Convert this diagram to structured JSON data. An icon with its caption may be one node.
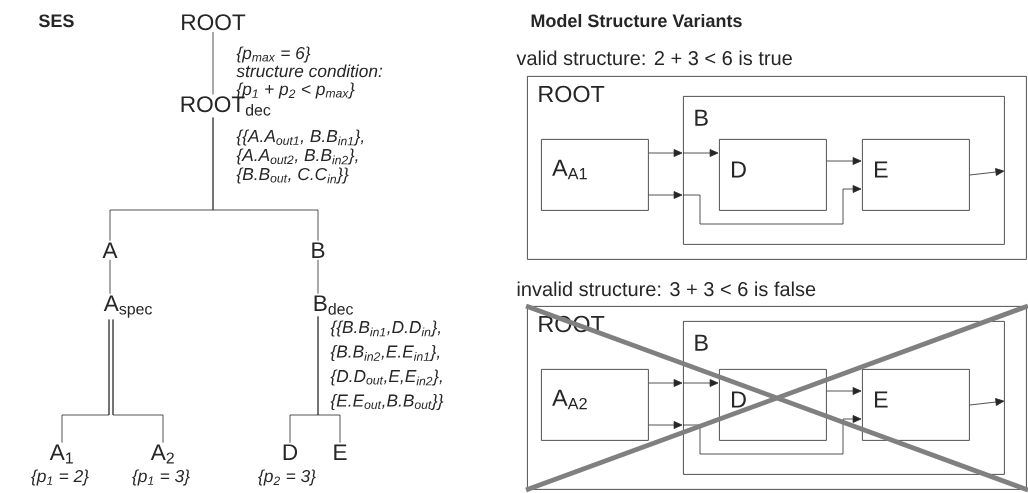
{
  "diagram": {
    "nodes": [
      {
        "text": [
          "ROOT"
        ]
      },
      {
        "text": [
          "ROOT$_{dec}$"
        ],
        "beside": [
          "{{A.A$_{out1}$, B.B$_{in1}$},",
          "{A.A$_{out2}$, B.B$_{in2}$},",
          "{B.B$_{out}$, C.C$_{in}$}}"
        ]
      },
      {
        "text": [
          "A"
        ]
      },
      {
        "text": [
          "A$_{spec}$"
        ]
      },
      {
        "text": [
          "A$_{1}$"
        ],
        "beside": [
          "{p$_{1}$ = 2}"
        ]
      },
      {
        "text": [
          "A$_{2}$"
        ],
        "beside": [
          "{p$_{1}$ = 3}"
        ]
      },
      {
        "text": [
          "B"
        ]
      },
      {
        "text": [
          "B$_{dec}$"
        ],
        "beside": [
          "{{B.B$_{in1}$,D.D$_{in}$},",
          "{B.B$_{in2}$,E.E$_{in1}$},",
          "{D.D$_{out}$,E,E$_{in2}$},",
          "{E.E$_{out}$,B.B$_{out}$}}"
        ]
      },
      {
        "text": [
          "D"
        ],
        "beside": [
          "{p$_{2}$ = 3}"
        ]
      },
      {
        "text": [
          "E"
        ]
      },
      {
        "text": [
          "ROOT"
        ]
      },
      {
        "text": [
          "B"
        ],
        "in": 10
      },
      {
        "text": [
          "A$_{A1}$"
        ],
        "in": 10
      },
      {
        "text": [
          "D"
        ],
        "in": 11
      },
      {
        "text": [
          "E"
        ],
        "in": 11
      },
      {
        "text": [
          "ROOT"
        ]
      },
      {
        "text": [
          "B"
        ],
        "in": 15
      },
      {
        "text": [
          "A$_{A2}$"
        ],
        "in": 15
      },
      {
        "text": [
          "D"
        ],
        "in": 16
      },
      {
        "text": [
          "E"
        ],
        "in": 16
      }
    ],
    "edges": [
      {
        "from": 0,
        "to": 1,
        "arrow": "none"
      },
      {
        "from": 1,
        "to": 2,
        "arrow": "none"
      },
      {
        "from": 1,
        "to": 6,
        "arrow": "none"
      },
      {
        "from": 2,
        "to": 3,
        "arrow": "none"
      },
      {
        "from": 3,
        "to": 4,
        "arrow": "none"
      },
      {
        "from": 3,
        "to": 5,
        "arrow": "none"
      },
      {
        "from": 6,
        "to": 7,
        "arrow": "none"
      },
      {
        "from": 7,
        "to": 8,
        "arrow": "none"
      },
      {
        "from": 7,
        "to": 9,
        "arrow": "none"
      },
      {
        "from": 12,
        "to": 11,
        "arrow": "to"
      },
      {
        "from": 12,
        "to": 11,
        "arrow": "to"
      },
      {
        "from": 11,
        "to": 13,
        "arrow": "to"
      },
      {
        "from": 13,
        "to": 14,
        "arrow": "to"
      },
      {
        "from": 11,
        "to": 14,
        "arrow": "to"
      },
      {
        "from": 14,
        "to": 11,
        "arrow": "to"
      },
      {
        "from": 17,
        "to": 16,
        "arrow": "to"
      },
      {
        "from": 17,
        "to": 16,
        "arrow": "to"
      },
      {
        "from": 16,
        "to": 18,
        "arrow": "to"
      },
      {
        "from": 18,
        "to": 19,
        "arrow": "to"
      },
      {
        "from": 16,
        "to": 19,
        "arrow": "to"
      },
      {
        "from": 19,
        "to": 16,
        "arrow": "to"
      }
    ],
    "labels": [
      "SES",
      "{p$_{max}$ = 6}",
      "structure condition:",
      "{p$_{1}$ + p$_{2}$ < p$_{max}$}",
      "Model Structure Variants",
      "valid structure: 2 + 3 < 6 is true",
      "invalid structure: 3 + 3 < 6 is false"
    ]
  }
}
